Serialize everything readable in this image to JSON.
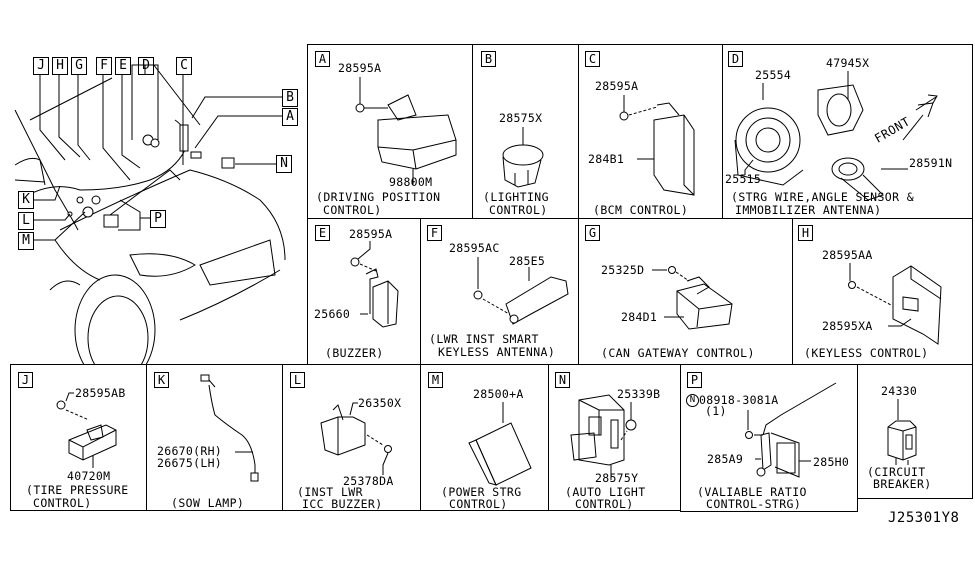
{
  "diagram_id": "J25301Y8",
  "overview": {
    "callouts_top": [
      "J",
      "H",
      "G",
      "F",
      "E",
      "D",
      "C"
    ],
    "callouts_right": [
      "B",
      "A",
      "N"
    ],
    "callouts_left": [
      "K",
      "L",
      "M"
    ],
    "callout_p": "P"
  },
  "panels": {
    "A": {
      "letter": "A",
      "parts": [
        "28595A",
        "98800M"
      ],
      "caption": [
        "(DRIVING POSITION",
        "CONTROL)"
      ]
    },
    "B": {
      "letter": "B",
      "parts": [
        "28575X"
      ],
      "caption": [
        "(LIGHTING",
        "CONTROL)"
      ]
    },
    "C": {
      "letter": "C",
      "parts": [
        "28595A",
        "284B1"
      ],
      "caption": [
        "(BCM CONTROL)"
      ]
    },
    "D": {
      "letter": "D",
      "parts": [
        "25554",
        "47945X",
        "25515",
        "28591N"
      ],
      "direction": "FRONT",
      "caption": [
        "(STRG WIRE,ANGLE SENSOR &",
        "IMMOBILIZER ANTENNA)"
      ]
    },
    "E": {
      "letter": "E",
      "parts": [
        "28595A",
        "25660"
      ],
      "caption": [
        "(BUZZER)"
      ]
    },
    "F": {
      "letter": "F",
      "parts": [
        "28595AC",
        "285E5"
      ],
      "caption": [
        "(LWR INST SMART",
        "KEYLESS ANTENNA)"
      ]
    },
    "G": {
      "letter": "G",
      "parts": [
        "25325D",
        "284D1"
      ],
      "caption": [
        "(CAN GATEWAY CONTROL)"
      ]
    },
    "H": {
      "letter": "H",
      "parts": [
        "28595AA",
        "28595XA"
      ],
      "caption": [
        "(KEYLESS CONTROL)"
      ]
    },
    "J": {
      "letter": "J",
      "parts": [
        "28595AB",
        "40720M"
      ],
      "caption": [
        "(TIRE PRESSURE",
        "CONTROL)"
      ]
    },
    "K": {
      "letter": "K",
      "parts": [
        "26670(RH)",
        "26675(LH)"
      ],
      "caption": [
        "(SOW LAMP)"
      ]
    },
    "L": {
      "letter": "L",
      "parts": [
        "26350X",
        "25378DA"
      ],
      "caption": [
        "(INST LWR",
        "ICC BUZZER)"
      ]
    },
    "M": {
      "letter": "M",
      "parts": [
        "28500+A"
      ],
      "caption": [
        "(POWER STRG",
        "CONTROL)"
      ]
    },
    "N": {
      "letter": "N",
      "parts": [
        "25339B",
        "28575Y"
      ],
      "caption": [
        "(AUTO LIGHT",
        "CONTROL)"
      ]
    },
    "P": {
      "letter": "P",
      "nut_symbol": "N",
      "parts": [
        "08918-3081A",
        "(1)",
        "285A9",
        "285H0"
      ],
      "caption": [
        "(VALIABLE RATIO",
        "CONTROL-STRG)"
      ]
    },
    "CB": {
      "parts": [
        "24330"
      ],
      "caption": [
        "(CIRCUIT",
        "BREAKER)"
      ]
    }
  }
}
